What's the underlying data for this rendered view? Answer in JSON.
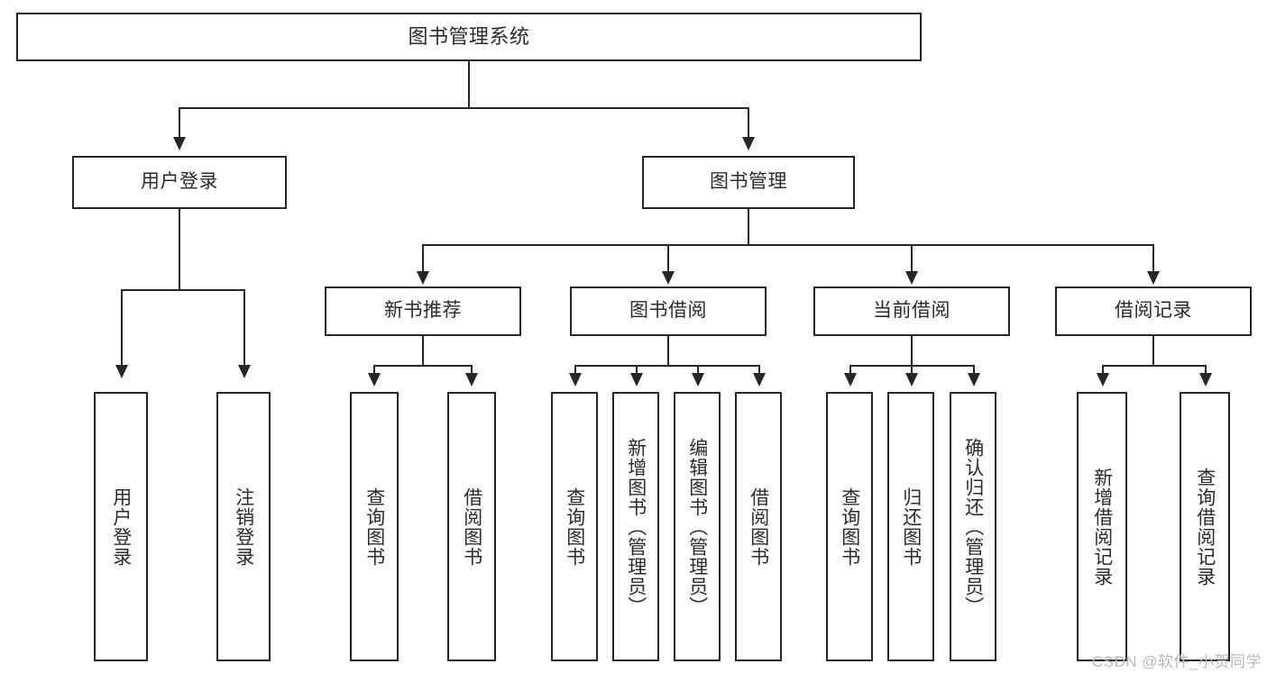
{
  "diagram": {
    "title": "图书管理系统",
    "watermark": "CSDN @软件_小贺同学",
    "root": {
      "label": "图书管理系统"
    },
    "level1": [
      {
        "label": "用户登录"
      },
      {
        "label": "图书管理"
      }
    ],
    "level2": [
      {
        "label": "新书推荐"
      },
      {
        "label": "图书借阅"
      },
      {
        "label": "当前借阅"
      },
      {
        "label": "借阅记录"
      }
    ],
    "leaves": {
      "user_login": [
        {
          "label": "用户登录"
        },
        {
          "label": "注销登录"
        }
      ],
      "new_book": [
        {
          "label": "查询图书"
        },
        {
          "label": "借阅图书"
        }
      ],
      "book_borrow": [
        {
          "label": "查询图书"
        },
        {
          "label": "新增图书（管理员）"
        },
        {
          "label": "编辑图书（管理员）"
        },
        {
          "label": "借阅图书"
        }
      ],
      "current_borrow": [
        {
          "label": "查询图书"
        },
        {
          "label": "归还图书"
        },
        {
          "label": "确认归还（管理员）"
        }
      ],
      "borrow_record": [
        {
          "label": "新增借阅记录"
        },
        {
          "label": "查询借阅记录"
        }
      ]
    }
  },
  "colors": {
    "stroke": "#262626",
    "fill": "#ffffff",
    "text": "#2b2b2b",
    "watermark": "#b9b9b9"
  }
}
